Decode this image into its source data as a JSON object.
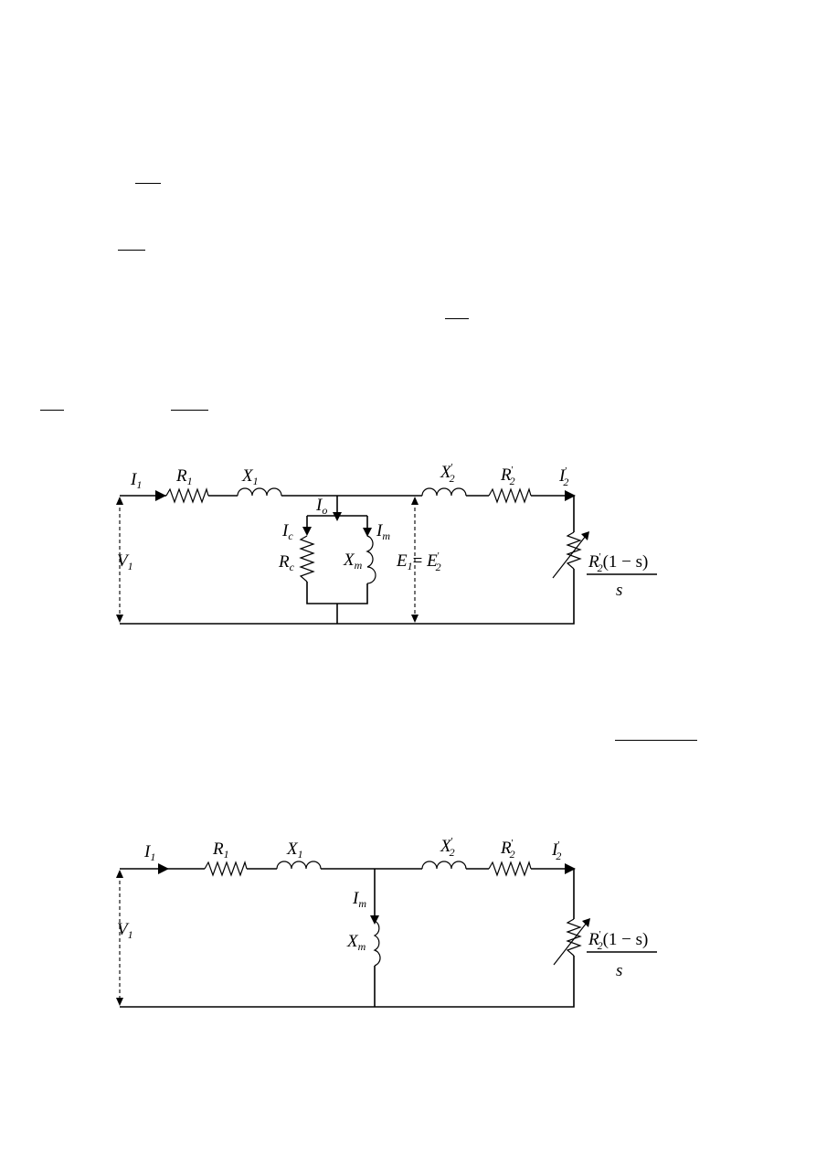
{
  "circuit1": {
    "I1": {
      "main": "I",
      "sub": "1"
    },
    "R1": {
      "main": "R",
      "sub": "1"
    },
    "X1": {
      "main": "X",
      "sub": "1"
    },
    "X2p": {
      "main": "X",
      "sup": "'",
      "sub": "2"
    },
    "R2p": {
      "main": "R",
      "sup": "'",
      "sub": "2"
    },
    "I2p": {
      "main": "I",
      "sup": "'",
      "sub": "2"
    },
    "Io": {
      "main": "I",
      "sub": "o"
    },
    "Ic": {
      "main": "I",
      "sub": "c"
    },
    "Im": {
      "main": "I",
      "sub": "m"
    },
    "Rc": {
      "main": "R",
      "sub": "c"
    },
    "Xm": {
      "main": "X",
      "sub": "m"
    },
    "V1": {
      "main": "V",
      "sub": "1"
    },
    "E1": {
      "main": "E",
      "sub": "1",
      "eq": "= "
    },
    "E2p": {
      "main": "E",
      "sup": "'",
      "sub": "2"
    },
    "load": {
      "num_main": "R",
      "num_sup": "'",
      "num_sub": "2",
      "num_rest": "(1 − s)",
      "den": "s"
    }
  },
  "circuit2": {
    "I1": {
      "main": "I",
      "sub": "1"
    },
    "R1": {
      "main": "R",
      "sub": "1"
    },
    "X1": {
      "main": "X",
      "sub": "1"
    },
    "X2p": {
      "main": "X",
      "sup": "'",
      "sub": "2"
    },
    "R2p": {
      "main": "R",
      "sup": "'",
      "sub": "2"
    },
    "I2p": {
      "main": "I",
      "sup": "'",
      "sub": "2"
    },
    "Im": {
      "main": "I",
      "sub": "m"
    },
    "Xm": {
      "main": "X",
      "sub": "m"
    },
    "V1": {
      "main": "V",
      "sub": "1"
    },
    "load": {
      "num_main": "R",
      "num_sup": "'",
      "num_sub": "2",
      "num_rest": "(1 − s)",
      "den": "s"
    }
  }
}
